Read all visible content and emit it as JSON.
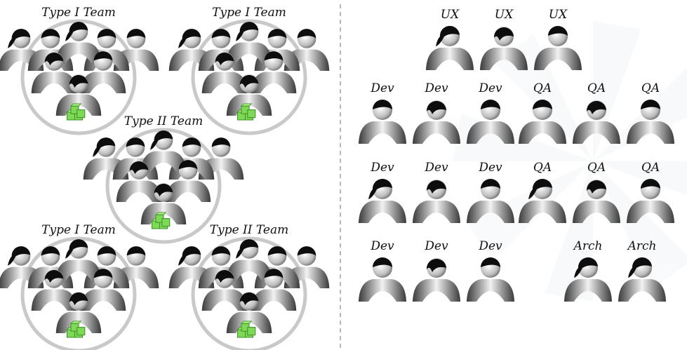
{
  "colors": {
    "background": "#ffffff",
    "ring": "#c9c9c9",
    "divider": "#9a9a9a",
    "hair": "#0d0d0d",
    "cube_fill": "#7ed957",
    "cube_dark": "#3c8f24"
  },
  "left_panel": {
    "teams": [
      {
        "label": "Type I Team",
        "icon": "green-cubes-icon"
      },
      {
        "label": "Type I Team",
        "icon": "green-cubes-icon"
      },
      {
        "label": "Type II Team",
        "icon": "green-cubes-icon"
      },
      {
        "label": "Type I Team",
        "icon": "green-cubes-icon"
      },
      {
        "label": "Type II Team",
        "icon": "green-cubes-icon"
      }
    ]
  },
  "right_panel": {
    "rows": [
      {
        "groups": [
          {
            "roles": [
              "UX",
              "UX",
              "UX"
            ]
          }
        ]
      },
      {
        "groups": [
          {
            "roles": [
              "Dev",
              "Dev",
              "Dev"
            ]
          },
          {
            "roles": [
              "QA",
              "QA",
              "QA"
            ]
          }
        ]
      },
      {
        "groups": [
          {
            "roles": [
              "Dev",
              "Dev",
              "Dev"
            ]
          },
          {
            "roles": [
              "QA",
              "QA",
              "QA"
            ]
          }
        ]
      },
      {
        "groups": [
          {
            "roles": [
              "Dev",
              "Dev",
              "Dev"
            ]
          },
          {
            "roles": [
              "Arch",
              "Arch"
            ]
          }
        ]
      }
    ]
  }
}
